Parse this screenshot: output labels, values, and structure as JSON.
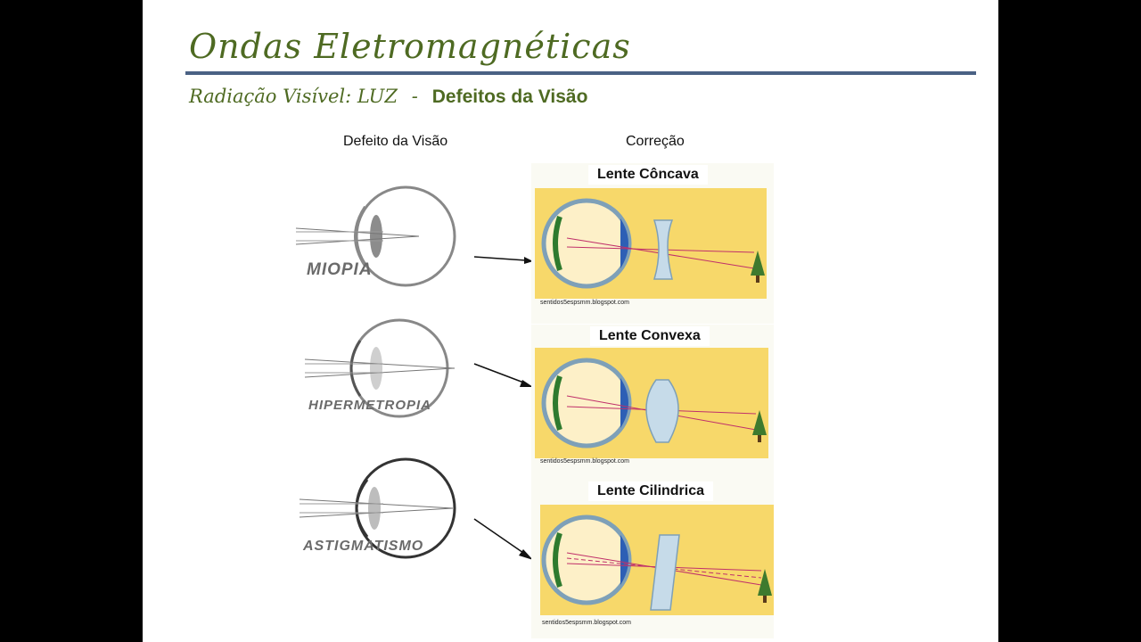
{
  "slide": {
    "title": "Ondas Eletromagnéticas",
    "subtitle_italic": "Radiação Visível: LUZ",
    "subtitle_separator": "-",
    "subtitle_bold": "Defeitos da Visão"
  },
  "columns": {
    "defect": "Defeito da Visão",
    "correction": "Correção"
  },
  "rows": [
    {
      "defect": "MIOPIA",
      "lens": "Lente Côncava",
      "credit": "sentidos5espsmm.blogspot.com"
    },
    {
      "defect": "HIPERMETROPIA",
      "lens": "Lente Convexa",
      "credit": "sentidos5espsmm.blogspot.com"
    },
    {
      "defect": "ASTIGMATISMO",
      "lens": "Lente Cilindrica",
      "credit": "sentidos5espsmm.blogspot.com"
    }
  ],
  "colors": {
    "title": "#4e6a22",
    "rule": "#4a6184",
    "panel_bg": "#f7d86a",
    "ray": "#c0306a",
    "tree": "#3e7a2e"
  }
}
